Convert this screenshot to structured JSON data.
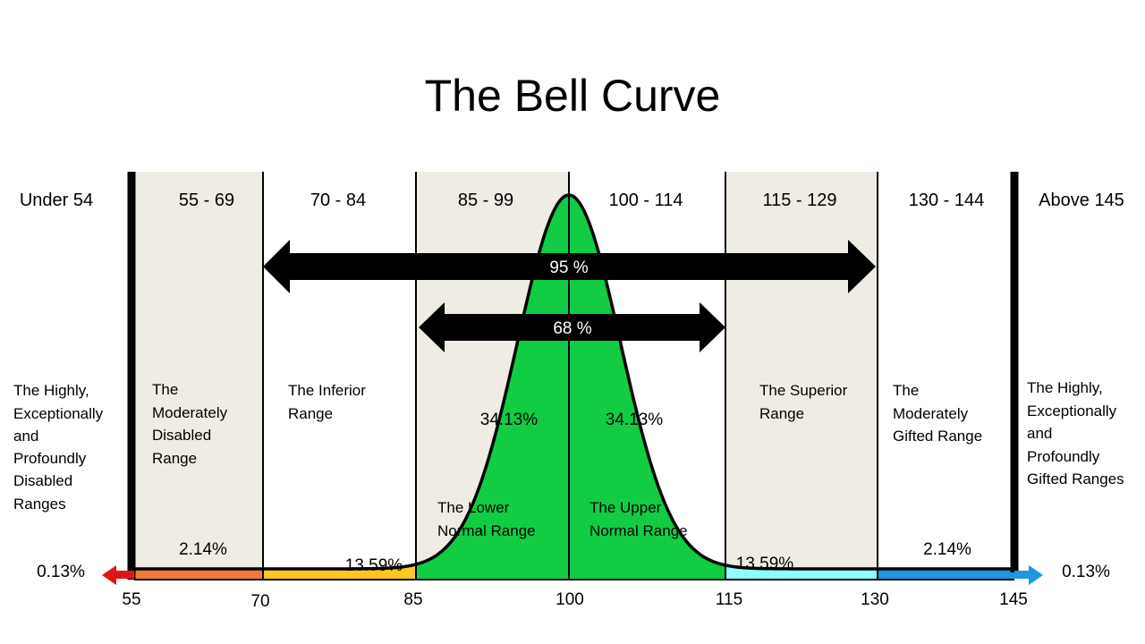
{
  "title": "The Bell Curve",
  "colors": {
    "beige": "#efece4",
    "green": "#12cc44",
    "yellow": "#ffc81e",
    "orange": "#f07a36",
    "cyan": "#8effff",
    "blue": "#1e96e0",
    "red": "#e01515",
    "black": "#000000"
  },
  "score_ranges": [
    "Under 54",
    "55 - 69",
    "70 - 84",
    "85 - 99",
    "100  - 114",
    "115 - 129",
    "130 - 144",
    "Above 145"
  ],
  "range_names": {
    "far_left": [
      "The Highly,",
      "Exceptionally",
      "and",
      "Profoundly",
      "Disabled",
      "Ranges"
    ],
    "moderately_disabled": [
      "The",
      "Moderately",
      "Disabled",
      "Range"
    ],
    "inferior": [
      "The Inferior",
      "Range"
    ],
    "lower_normal": [
      "The Lower",
      "Normal Range"
    ],
    "upper_normal": [
      "The Upper",
      "Normal Range"
    ],
    "superior": [
      "The Superior",
      "Range"
    ],
    "moderately_gifted": [
      "The",
      "Moderately",
      "Gifted Range"
    ],
    "far_right": [
      "The Highly,",
      "Exceptionally",
      "and",
      "Profoundly",
      "Gifted Ranges"
    ]
  },
  "arrows": {
    "wide_label": "95 %",
    "narrow_label": "68 %"
  },
  "percentages": {
    "left_tail": "0.13%",
    "left_outer": "2.14%",
    "left_mid": "13.59%",
    "left_center": "34.13%",
    "right_center": "34.13%",
    "right_mid": "13.59%",
    "right_outer": "2.14%",
    "right_tail": "0.13%"
  },
  "axis_ticks": [
    "55",
    "70",
    "85",
    "100",
    "115",
    "130",
    "145"
  ]
}
